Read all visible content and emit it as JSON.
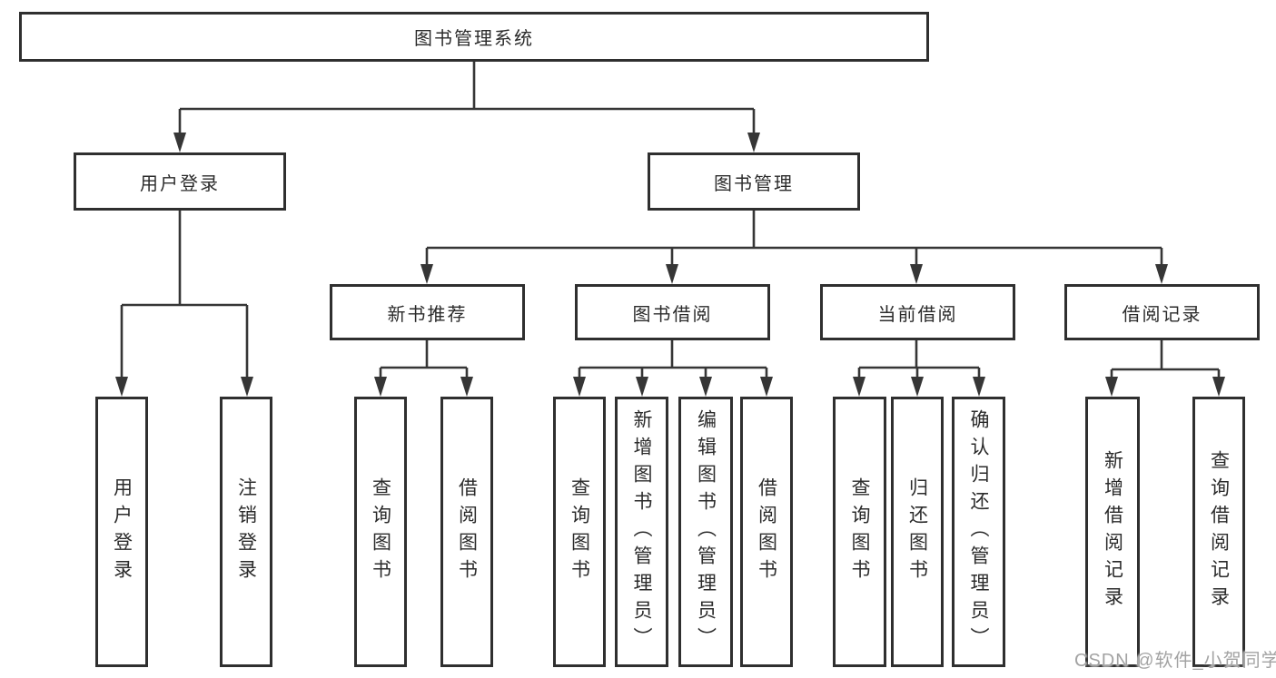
{
  "diagram": {
    "title": "图书管理系统",
    "branches": [
      {
        "label": "用户登录",
        "children": [
          {
            "label": "用户登录"
          },
          {
            "label": "注销登录"
          }
        ]
      },
      {
        "label": "图书管理",
        "children": [
          {
            "label": "新书推荐",
            "children": [
              {
                "label": "查询图书"
              },
              {
                "label": "借阅图书"
              }
            ]
          },
          {
            "label": "图书借阅",
            "children": [
              {
                "label": "查询图书"
              },
              {
                "label": "新增图书（管理员）"
              },
              {
                "label": "编辑图书（管理员）"
              },
              {
                "label": "借阅图书"
              }
            ]
          },
          {
            "label": "当前借阅",
            "children": [
              {
                "label": "查询图书"
              },
              {
                "label": "归还图书"
              },
              {
                "label": "确认归还（管理员）"
              }
            ]
          },
          {
            "label": "借阅记录",
            "children": [
              {
                "label": "新增借阅记录"
              },
              {
                "label": "查询借阅记录"
              }
            ]
          }
        ]
      }
    ]
  },
  "watermark": {
    "text": "CSDN @软件_小贺同学"
  },
  "colors": {
    "background": "#ffffff",
    "line": "#363636",
    "box_border": "#2f2f2f",
    "box_fill": "#ffffff",
    "text": "#2b2b2b",
    "watermark": "#a3a3a3"
  }
}
